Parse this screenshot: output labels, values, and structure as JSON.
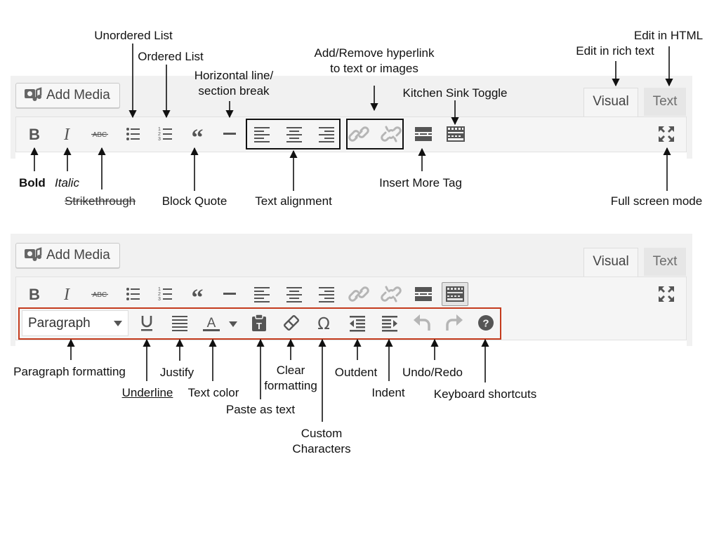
{
  "editor": {
    "add_media": "Add Media",
    "tab_visual": "Visual",
    "tab_text": "Text",
    "paragraph_select": "Paragraph"
  },
  "labels": {
    "unordered_list": "Unordered List",
    "ordered_list": "Ordered List",
    "horizontal_line_1": "Horizontal line/",
    "horizontal_line_2": "section break",
    "hyperlink_1": "Add/Remove hyperlink",
    "hyperlink_2": "to text or images",
    "kitchen_sink": "Kitchen Sink Toggle",
    "edit_rich": "Edit in rich text",
    "edit_html": "Edit in HTML",
    "bold": "Bold",
    "italic": "Italic",
    "strikethrough": "Strikethrough",
    "block_quote": "Block Quote",
    "text_alignment": "Text alignment",
    "insert_more": "Insert More Tag",
    "full_screen": "Full screen mode",
    "paragraph_formatting": "Paragraph formatting",
    "underline": "Underline",
    "justify": "Justify",
    "text_color": "Text color",
    "paste_as_text": "Paste as text",
    "clear_formatting_1": "Clear",
    "clear_formatting_2": "formatting",
    "custom_chars_1": "Custom",
    "custom_chars_2": "Characters",
    "outdent": "Outdent",
    "indent": "Indent",
    "undo_redo": "Undo/Redo",
    "keyboard_shortcuts": "Keyboard shortcuts"
  },
  "colors": {
    "icon": "#555555",
    "icon_disabled": "#b5b5b5",
    "highlight_box": "#c43b1d"
  }
}
